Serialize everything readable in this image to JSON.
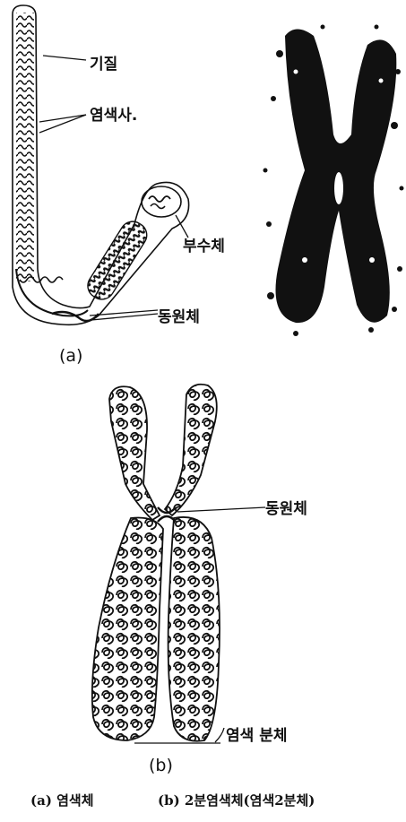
{
  "fig_a": {
    "labels": {
      "matrix": "기질",
      "chromonema": "염색사.",
      "satellite": "부수체",
      "centromere": "동원체"
    },
    "sublabel": "(a)"
  },
  "fig_b": {
    "labels": {
      "centromere": "동원체",
      "chromatid": "염색 분체"
    },
    "sublabel": "(b)"
  },
  "captions": {
    "left": "(a) 염색체",
    "right": "(b) 2분염색체(염색2분체)"
  },
  "colors": {
    "ink": "#111111",
    "paper": "#ffffff"
  }
}
